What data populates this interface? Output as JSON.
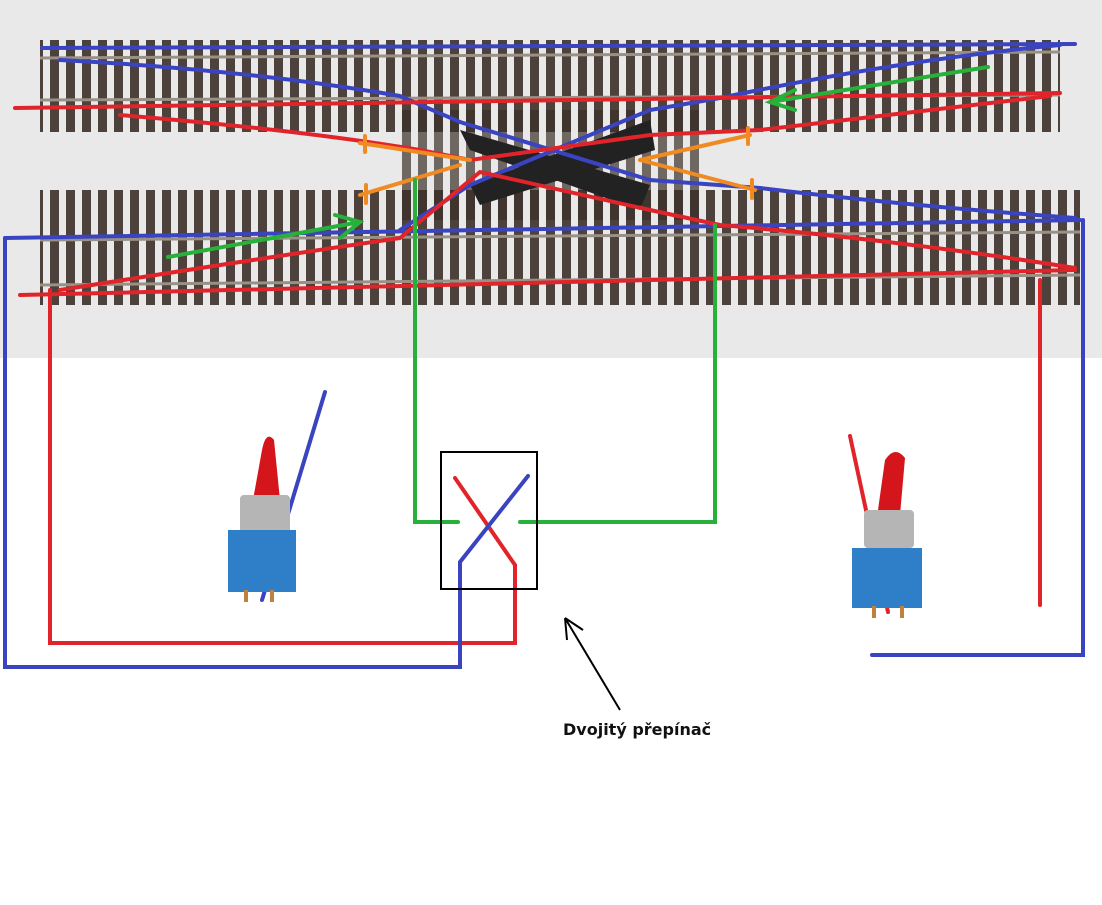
{
  "caption": "Dvojitý přepínač",
  "colors": {
    "photo_background": "#e9e9e9",
    "sleeper": "#3a2f28",
    "rail": "#9a9186",
    "wire_blue": "#3a44c0",
    "wire_red": "#e0242a",
    "wire_green": "#27b03a",
    "wire_orange": "#f08a22",
    "switch_box": "#000000",
    "toggle_red": "#d4151b",
    "toggle_body": "#2f7fc8"
  },
  "icons": [
    "double-crossover-track",
    "toggle-switch",
    "double-pole-switch",
    "arrow"
  ]
}
